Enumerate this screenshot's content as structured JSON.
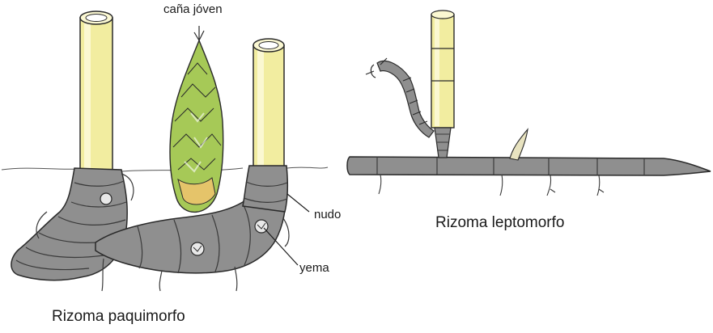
{
  "labels": {
    "young_cane": "caña jóven",
    "node": "nudo",
    "bud": "yema",
    "pachymorph": "Rizoma paquimorfo",
    "leptomorph": "Rizoma leptomorfo"
  },
  "colors": {
    "rhizome": "#8f8f8f",
    "rhizome_dark": "#6e6e6e",
    "culm": "#f2eda0",
    "culm_light": "#fbf8d2",
    "shoot_green": "#a6c957",
    "shoot_light": "#d8e8a3",
    "shoot_base": "#e5c46a",
    "outline": "#2a2a2a"
  }
}
